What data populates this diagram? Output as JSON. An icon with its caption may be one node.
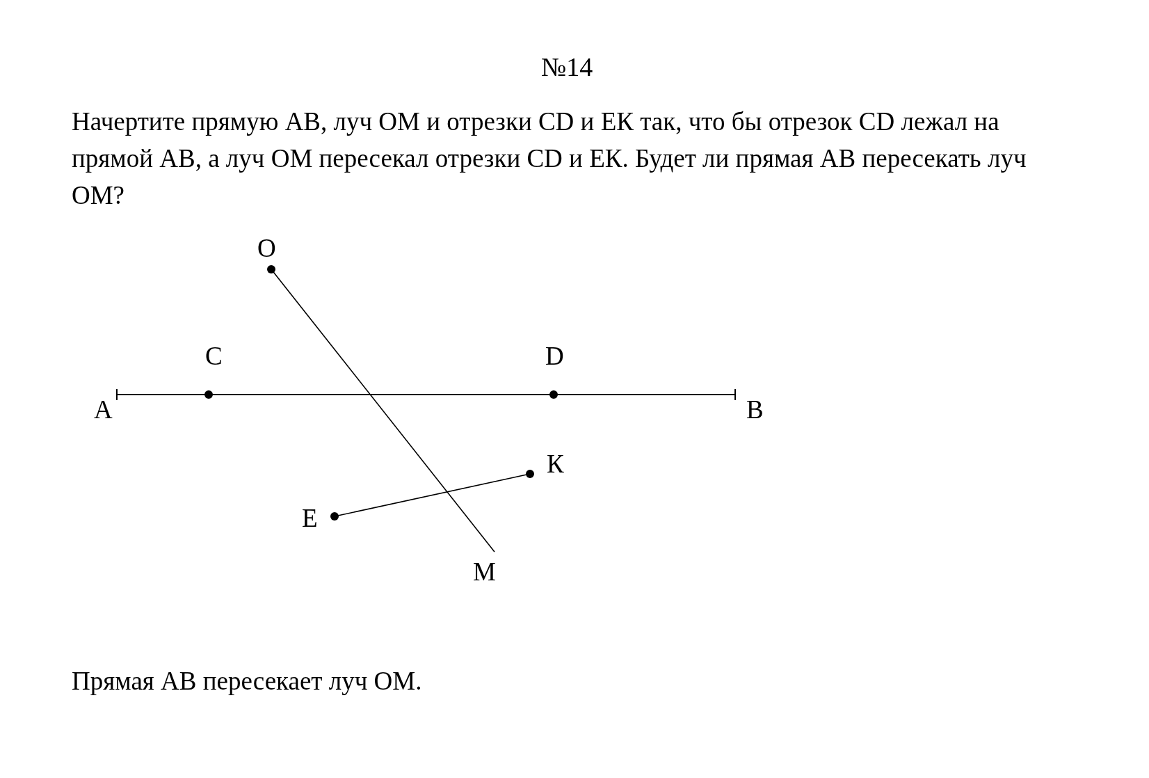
{
  "diagram": {
    "title": "№14",
    "labels": [
      "Начертите прямую АВ, луч ОМ и отрезки CD и ЕК так, что бы отрезок CD лежал на прямой АВ, а луч ОМ пересекал отрезки CD и ЕК. Будет ли прямая АВ пересекать луч ОМ?",
      "O",
      "C",
      "D",
      "A",
      "B",
      "К",
      "E",
      "M",
      "Прямая АВ пересекает луч ОМ."
    ]
  }
}
